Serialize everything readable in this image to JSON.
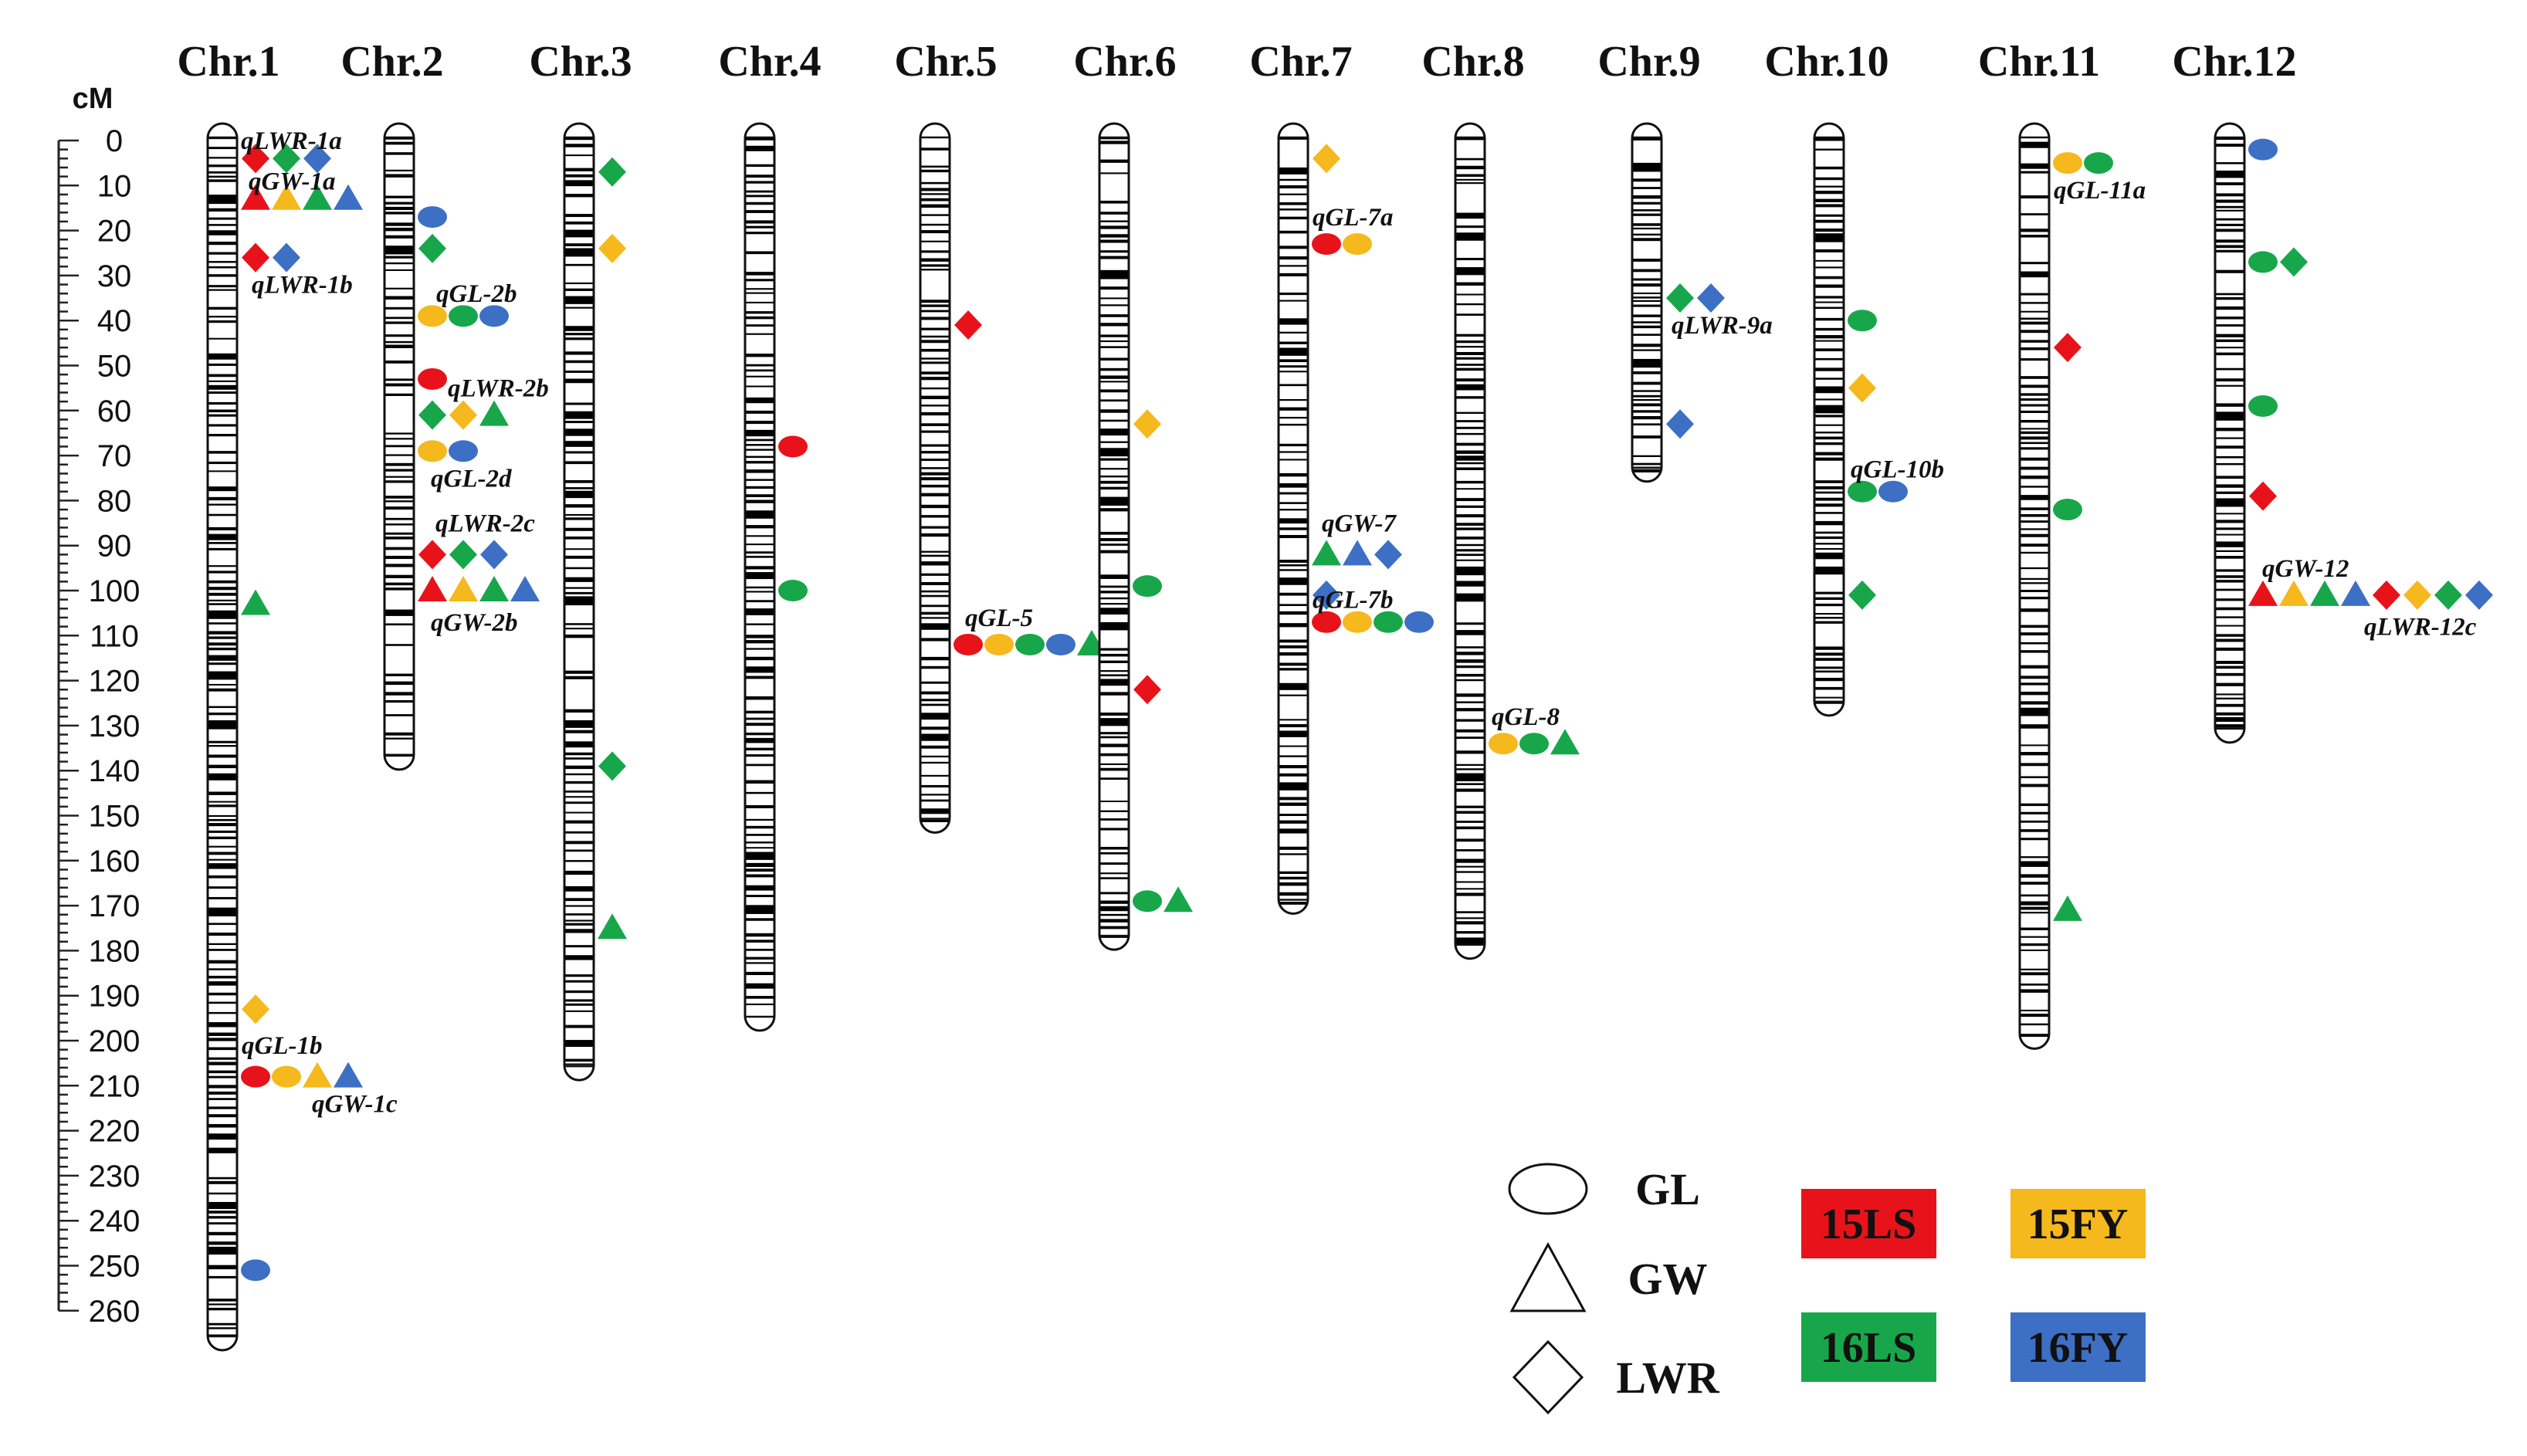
{
  "axis": {
    "unit": "cM",
    "min": 0,
    "max": 260,
    "major_step": 10
  },
  "colors": {
    "15LS": "#e8131a",
    "15FY": "#f5b81d",
    "16LS": "#17a74a",
    "16FY": "#3d6fc4"
  },
  "chromosomes": [
    {
      "id": "chr1",
      "title": "Chr.1",
      "length": 265,
      "markers": [
        {
          "traits": [
            "LWR",
            "LWR",
            "LWR"
          ],
          "envs": [
            "15LS",
            "16LS",
            "16FY"
          ],
          "pos": 4
        },
        {
          "traits": [
            "GW",
            "GW",
            "GW",
            "GW"
          ],
          "envs": [
            "15LS",
            "15FY",
            "16LS",
            "16FY"
          ],
          "pos": 13
        },
        {
          "traits": [
            "LWR",
            "LWR"
          ],
          "envs": [
            "15LS",
            "16FY"
          ],
          "pos": 26
        },
        {
          "traits": [
            "GW"
          ],
          "envs": [
            "16LS"
          ],
          "pos": 103
        },
        {
          "traits": [
            "LWR"
          ],
          "envs": [
            "15FY"
          ],
          "pos": 193
        },
        {
          "traits": [
            "GL",
            "GL",
            "GW",
            "GW"
          ],
          "envs": [
            "15LS",
            "15FY",
            "15FY",
            "16FY"
          ],
          "pos": 208
        },
        {
          "traits": [
            "GL"
          ],
          "envs": [
            "16FY"
          ],
          "pos": 251
        }
      ],
      "labels": [
        {
          "text": "qLWR-1a",
          "pos": 0
        },
        {
          "text": "qGW-1a",
          "pos": 9
        },
        {
          "text": "qLWR-1b",
          "pos": 32
        },
        {
          "text": "qGL-1b",
          "pos": 201
        },
        {
          "text": "qGW-1c",
          "pos": 214
        }
      ]
    },
    {
      "id": "chr2",
      "title": "Chr.2",
      "length": 136,
      "markers": [
        {
          "traits": [
            "GL"
          ],
          "envs": [
            "16FY"
          ],
          "pos": 17
        },
        {
          "traits": [
            "LWR"
          ],
          "envs": [
            "16LS"
          ],
          "pos": 24
        },
        {
          "traits": [
            "GL",
            "GL",
            "GL"
          ],
          "envs": [
            "15FY",
            "16LS",
            "16FY"
          ],
          "pos": 39
        },
        {
          "traits": [
            "GL"
          ],
          "envs": [
            "15LS"
          ],
          "pos": 53
        },
        {
          "traits": [
            "LWR",
            "LWR",
            "GW"
          ],
          "envs": [
            "16LS",
            "15FY",
            "16LS"
          ],
          "pos": 61
        },
        {
          "traits": [
            "GL",
            "GL"
          ],
          "envs": [
            "15FY",
            "16FY"
          ],
          "pos": 69
        },
        {
          "traits": [
            "LWR",
            "LWR",
            "LWR"
          ],
          "envs": [
            "15LS",
            "16LS",
            "16FY"
          ],
          "pos": 92
        },
        {
          "traits": [
            "GW",
            "GW",
            "GW",
            "GW"
          ],
          "envs": [
            "15LS",
            "15FY",
            "16LS",
            "16FY"
          ],
          "pos": 100
        }
      ],
      "labels": [
        {
          "text": "qGL-2b",
          "pos": 34
        },
        {
          "text": "qLWR-2b",
          "pos": 55
        },
        {
          "text": "qGL-2d",
          "pos": 75
        },
        {
          "text": "qLWR-2c",
          "pos": 85
        },
        {
          "text": "qGW-2b",
          "pos": 107
        }
      ]
    },
    {
      "id": "chr3",
      "title": "Chr.3",
      "length": 205,
      "markers": [
        {
          "traits": [
            "LWR"
          ],
          "envs": [
            "16LS"
          ],
          "pos": 7
        },
        {
          "traits": [
            "LWR"
          ],
          "envs": [
            "15FY"
          ],
          "pos": 24
        },
        {
          "traits": [
            "LWR"
          ],
          "envs": [
            "16LS"
          ],
          "pos": 139
        },
        {
          "traits": [
            "GW"
          ],
          "envs": [
            "16LS"
          ],
          "pos": 175
        }
      ],
      "labels": []
    },
    {
      "id": "chr4",
      "title": "Chr.4",
      "length": 194,
      "markers": [
        {
          "traits": [
            "GL"
          ],
          "envs": [
            "15LS"
          ],
          "pos": 68
        },
        {
          "traits": [
            "GL"
          ],
          "envs": [
            "16LS"
          ],
          "pos": 100
        }
      ],
      "labels": []
    },
    {
      "id": "chr5",
      "title": "Chr.5",
      "length": 150,
      "markers": [
        {
          "traits": [
            "LWR"
          ],
          "envs": [
            "15LS"
          ],
          "pos": 41
        },
        {
          "traits": [
            "GL",
            "GL",
            "GL",
            "GL",
            "GW"
          ],
          "envs": [
            "15LS",
            "15FY",
            "16LS",
            "16FY",
            "16LS"
          ],
          "pos": 112
        }
      ],
      "labels": [
        {
          "text": "qGL-5",
          "pos": 106
        }
      ]
    },
    {
      "id": "chr6",
      "title": "Chr.6",
      "length": 176,
      "markers": [
        {
          "traits": [
            "LWR"
          ],
          "envs": [
            "15FY"
          ],
          "pos": 63
        },
        {
          "traits": [
            "GL"
          ],
          "envs": [
            "16LS"
          ],
          "pos": 99
        },
        {
          "traits": [
            "LWR"
          ],
          "envs": [
            "15LS"
          ],
          "pos": 122
        },
        {
          "traits": [
            "GL",
            "GW"
          ],
          "envs": [
            "16LS",
            "16LS"
          ],
          "pos": 169
        }
      ],
      "labels": []
    },
    {
      "id": "chr7",
      "title": "Chr.7",
      "length": 168,
      "markers": [
        {
          "traits": [
            "LWR"
          ],
          "envs": [
            "15FY"
          ],
          "pos": 4
        },
        {
          "traits": [
            "GL",
            "GL"
          ],
          "envs": [
            "15LS",
            "15FY"
          ],
          "pos": 23
        },
        {
          "traits": [
            "GW",
            "GW",
            "LWR"
          ],
          "envs": [
            "16LS",
            "16FY",
            "16FY"
          ],
          "pos": 92
        },
        {
          "traits": [
            "LWR"
          ],
          "envs": [
            "16FY"
          ],
          "pos": 101
        },
        {
          "traits": [
            "GL",
            "GL",
            "GL",
            "GL"
          ],
          "envs": [
            "15LS",
            "15FY",
            "16LS",
            "16FY"
          ],
          "pos": 107
        }
      ],
      "labels": [
        {
          "text": "qGL-7a",
          "pos": 17
        },
        {
          "text": "qGW-7",
          "pos": 85
        },
        {
          "text": "qGL-7b",
          "pos": 102
        }
      ]
    },
    {
      "id": "chr8",
      "title": "Chr.8",
      "length": 178,
      "markers": [
        {
          "traits": [
            "GL",
            "GL",
            "GW"
          ],
          "envs": [
            "15FY",
            "16LS",
            "16LS"
          ],
          "pos": 134
        }
      ],
      "labels": [
        {
          "text": "qGL-8",
          "pos": 128
        }
      ]
    },
    {
      "id": "chr9",
      "title": "Chr.9",
      "length": 72,
      "markers": [
        {
          "traits": [
            "LWR",
            "LWR"
          ],
          "envs": [
            "16LS",
            "16FY"
          ],
          "pos": 35
        },
        {
          "traits": [
            "LWR"
          ],
          "envs": [
            "16FY"
          ],
          "pos": 63
        }
      ],
      "labels": [
        {
          "text": "qLWR-9a",
          "pos": 41
        }
      ]
    },
    {
      "id": "chr10",
      "title": "Chr.10",
      "length": 124,
      "markers": [
        {
          "traits": [
            "GL"
          ],
          "envs": [
            "16LS"
          ],
          "pos": 40
        },
        {
          "traits": [
            "LWR"
          ],
          "envs": [
            "15FY"
          ],
          "pos": 55
        },
        {
          "traits": [
            "GL",
            "GL"
          ],
          "envs": [
            "16LS",
            "16FY"
          ],
          "pos": 78
        },
        {
          "traits": [
            "LWR"
          ],
          "envs": [
            "16LS"
          ],
          "pos": 101
        }
      ],
      "labels": [
        {
          "text": "qGL-10b",
          "pos": 73
        }
      ]
    },
    {
      "id": "chr11",
      "title": "Chr.11",
      "length": 198,
      "markers": [
        {
          "traits": [
            "GL",
            "GL"
          ],
          "envs": [
            "15FY",
            "16LS"
          ],
          "pos": 5
        },
        {
          "traits": [
            "LWR"
          ],
          "envs": [
            "15LS"
          ],
          "pos": 46
        },
        {
          "traits": [
            "GL"
          ],
          "envs": [
            "16LS"
          ],
          "pos": 82
        },
        {
          "traits": [
            "GW"
          ],
          "envs": [
            "16LS"
          ],
          "pos": 171
        }
      ],
      "labels": [
        {
          "text": "qGL-11a",
          "pos": 11
        }
      ]
    },
    {
      "id": "chr12",
      "title": "Chr.12",
      "length": 130,
      "markers": [
        {
          "traits": [
            "GL"
          ],
          "envs": [
            "16FY"
          ],
          "pos": 2
        },
        {
          "traits": [
            "GL",
            "LWR"
          ],
          "envs": [
            "16LS",
            "16LS"
          ],
          "pos": 27
        },
        {
          "traits": [
            "GL"
          ],
          "envs": [
            "16LS"
          ],
          "pos": 59
        },
        {
          "traits": [
            "LWR"
          ],
          "envs": [
            "15LS"
          ],
          "pos": 79
        },
        {
          "traits": [
            "GW",
            "GW",
            "GW",
            "GW",
            "LWR",
            "LWR",
            "LWR",
            "LWR"
          ],
          "envs": [
            "15LS",
            "15FY",
            "16LS",
            "16FY",
            "15LS",
            "15FY",
            "16LS",
            "16FY"
          ],
          "pos": 101
        }
      ],
      "labels": [
        {
          "text": "qGW-12",
          "pos": 95
        },
        {
          "text": "qLWR-12c",
          "pos": 108
        }
      ]
    }
  ],
  "legend": {
    "shapes": [
      {
        "shape": "ellipse",
        "label": "GL"
      },
      {
        "shape": "triangle",
        "label": "GW"
      },
      {
        "shape": "diamond",
        "label": "LWR"
      }
    ],
    "environments": [
      {
        "label": "15LS",
        "color": "#e8131a"
      },
      {
        "label": "15FY",
        "color": "#f5b81d"
      },
      {
        "label": "16LS",
        "color": "#17a74a"
      },
      {
        "label": "16FY",
        "color": "#3d6fc4"
      }
    ]
  }
}
